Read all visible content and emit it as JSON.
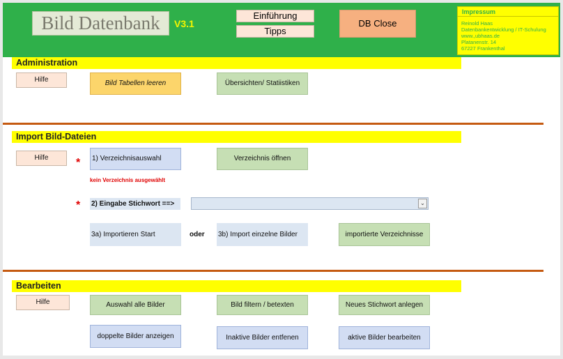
{
  "header": {
    "logo_text": "Bild Datenbank",
    "version": "V3.1",
    "btn_einfuehrung": "Einführung",
    "btn_tipps": "Tipps",
    "btn_db_close": "DB Close",
    "impressum": {
      "title": "Impressum",
      "lines": [
        "Reinold Haas",
        "Datenbankentwicklung /  IT-Schulung",
        "www.,ubhaas.de",
        "Platanenstr. 14",
        "67227 Frankenthal"
      ]
    }
  },
  "administration": {
    "title": "Administration",
    "hilfe": "Hilfe",
    "bild_tabellen_leeren": "Bild Tabellen leeren",
    "uebersichten": "Übersichten/ Statiistiken"
  },
  "import": {
    "title": "Import Bild-Dateien",
    "hilfe": "Hilfe",
    "verzeichnisauswahl": "1)  Verzeichnisauswahl",
    "verzeichnis_oeffnen": "Verzeichnis öffnen",
    "kein_verzeichnis": "kein Verzeichnis ausgewählt",
    "eingabe_stichwort": "2) Eingabe Stichwort     ==>",
    "stichwort_value": "",
    "importieren_start": "3a)  Importieren Start",
    "oder": "oder",
    "import_einzelne": "3b)  Import einzelne Bilder",
    "importierte_verzeichnisse": "importierte Verzeichnisse",
    "required_marker": "*"
  },
  "bearbeiten": {
    "title": "Bearbeiten",
    "hilfe": "Hilfe",
    "auswahl_alle": "Auswahl alle Bilder",
    "bild_filtern": "Bild filtern / betexten",
    "neues_stichwort": "Neues Stichwort anlegen",
    "doppelte_bilder": "doppelte Bilder anzeigen",
    "inaktive_bilder": "Inaktive Bilder entfenen",
    "aktive_bilder": "aktive Bilder bearbeiten"
  },
  "colors": {
    "header_green": "#2fb04a",
    "section_yellow": "#ffff00",
    "divider_brown": "#c55a11",
    "required_red": "#e00000"
  }
}
